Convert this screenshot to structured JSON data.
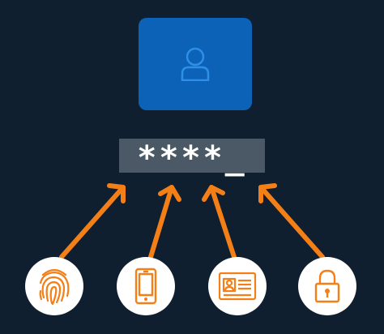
{
  "colors": {
    "background": "#0f1f2f",
    "profile_card": "#0c62b7",
    "profile_icon_stroke": "#2d8fe6",
    "password_box": "#4a5965",
    "password_text": "#ffffff",
    "arrow": "#f57f17",
    "method_circle": "#ffffff",
    "method_icon": "#f57f17"
  },
  "profile": {
    "icon": "user-icon"
  },
  "password": {
    "masked_value": "****_"
  },
  "methods": [
    {
      "id": "fingerprint",
      "icon": "fingerprint-icon"
    },
    {
      "id": "phone",
      "icon": "smartphone-icon"
    },
    {
      "id": "id-card",
      "icon": "id-card-icon"
    },
    {
      "id": "lock",
      "icon": "padlock-icon"
    }
  ]
}
